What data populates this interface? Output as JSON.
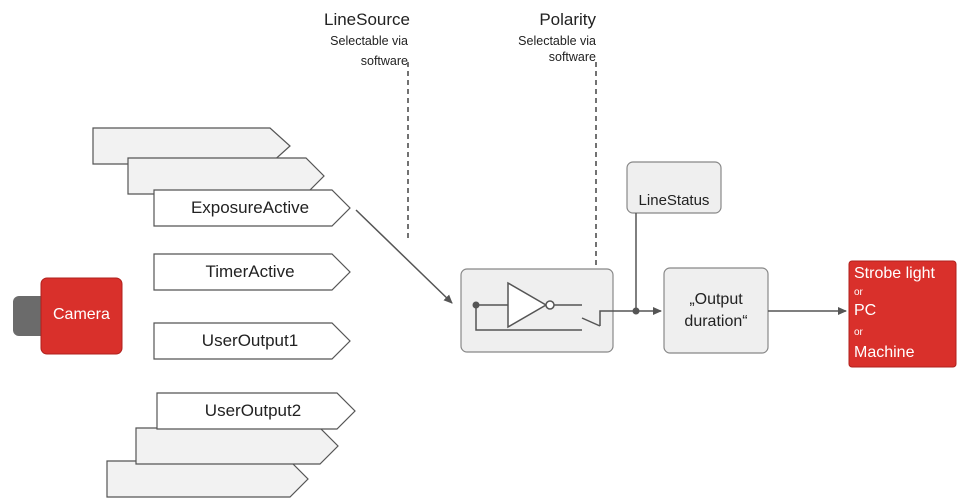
{
  "line_source": {
    "title": "LineSource",
    "note_line1": "Selectable via",
    "note_line2": "software"
  },
  "polarity": {
    "title": "Polarity",
    "note_line1": "Selectable via",
    "note_line2": "software"
  },
  "signals": [
    {
      "label": "ExposureActive"
    },
    {
      "label": "TimerActive"
    },
    {
      "label": "UserOutput1"
    },
    {
      "label": "UserOutput2"
    }
  ],
  "camera": {
    "label": "Camera"
  },
  "line_status": {
    "label": "LineStatus"
  },
  "output_duration": {
    "line1": "„Output",
    "line2": "duration“"
  },
  "output_target": {
    "line1": "Strobe light",
    "or1": "or",
    "line2": "PC",
    "or2": "or",
    "line3": "Machine"
  },
  "colors": {
    "accent_red": "#d9302b",
    "box_fill": "#efefef",
    "line": "#666666",
    "camera_connector": "#6b6b6b"
  },
  "icons": [
    "camera-icon",
    "inverter-icon",
    "switch-icon",
    "junction-dot"
  ]
}
